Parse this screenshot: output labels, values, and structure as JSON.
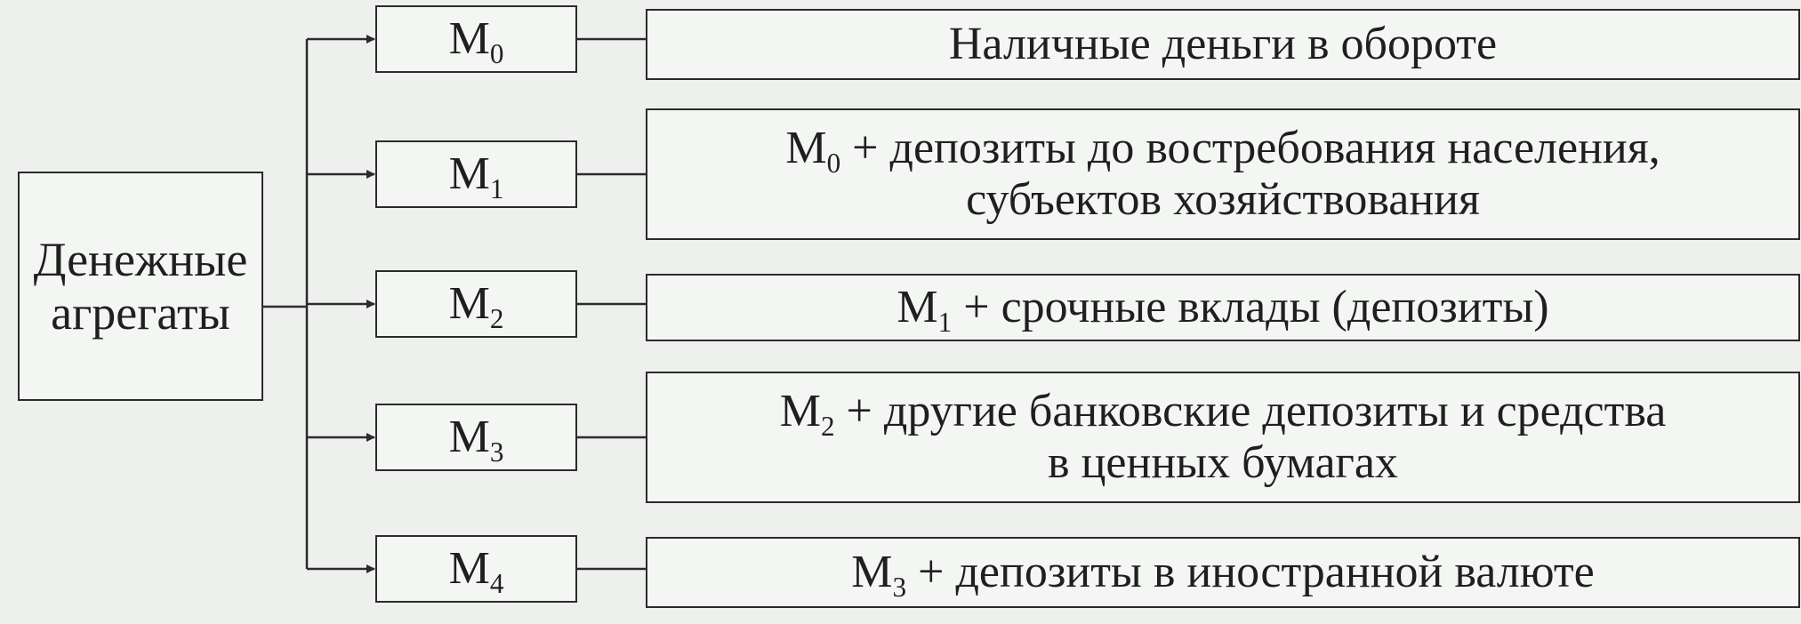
{
  "root": {
    "line1": "Денежные",
    "line2": "агрегаты"
  },
  "aggregates": [
    {
      "symbol": "M",
      "index": "0",
      "desc_lines": [
        {
          "prefix": "",
          "prefix_index": "",
          "text": "Наличные деньги в обороте"
        }
      ]
    },
    {
      "symbol": "M",
      "index": "1",
      "desc_lines": [
        {
          "prefix": "M",
          "prefix_index": "0",
          "text": " + депозиты до востребования населения,"
        },
        {
          "prefix": "",
          "prefix_index": "",
          "text": "субъектов хозяйствования"
        }
      ]
    },
    {
      "symbol": "M",
      "index": "2",
      "desc_lines": [
        {
          "prefix": "M",
          "prefix_index": "1",
          "text": " + срочные вклады (депозиты)"
        }
      ]
    },
    {
      "symbol": "M",
      "index": "3",
      "desc_lines": [
        {
          "prefix": "M",
          "prefix_index": "2",
          "text": " + другие банковские депозиты и средства"
        },
        {
          "prefix": "",
          "prefix_index": "",
          "text": "в ценных бумагах"
        }
      ]
    },
    {
      "symbol": "M",
      "index": "4",
      "desc_lines": [
        {
          "prefix": "M",
          "prefix_index": "3",
          "text": " + депозиты в иностранной валюте"
        }
      ]
    }
  ]
}
